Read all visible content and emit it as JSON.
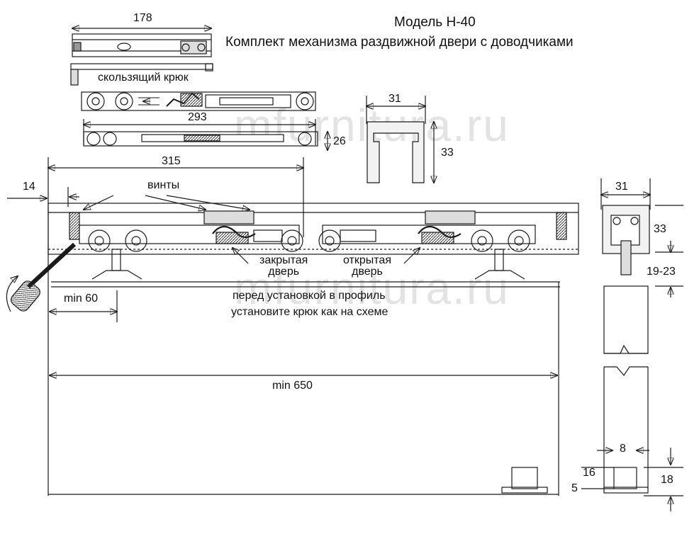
{
  "title": {
    "model": "Модель Н-40",
    "subtitle": "Комплект механизма раздвижной двери с доводчиками"
  },
  "watermark": "mfurnitura.ru",
  "dimensions": {
    "top_length": "178",
    "closer_length": "293",
    "closer_height": "26",
    "profile_width": "31",
    "profile_height": "33",
    "offset_length": "315",
    "edge_offset": "14",
    "side_width": "31",
    "side_height": "33",
    "gap_range": "19-23",
    "min_edge": "min 60",
    "min_door": "min 650",
    "guide_width": "8",
    "guide_height": "16",
    "guide_base": "5",
    "guide_depth": "18"
  },
  "labels": {
    "hook": "скользящий крюк",
    "screws": "винты",
    "closed_door": "закрытая\nдверь",
    "open_door": "открытая\nдверь",
    "note_line1": "перед установкой в профиль",
    "note_line2": "установите крюк как на схеме"
  },
  "colors": {
    "line": "#1a1a1a",
    "watermark": "#e3e3e3",
    "gray": "#cfcfcf"
  }
}
